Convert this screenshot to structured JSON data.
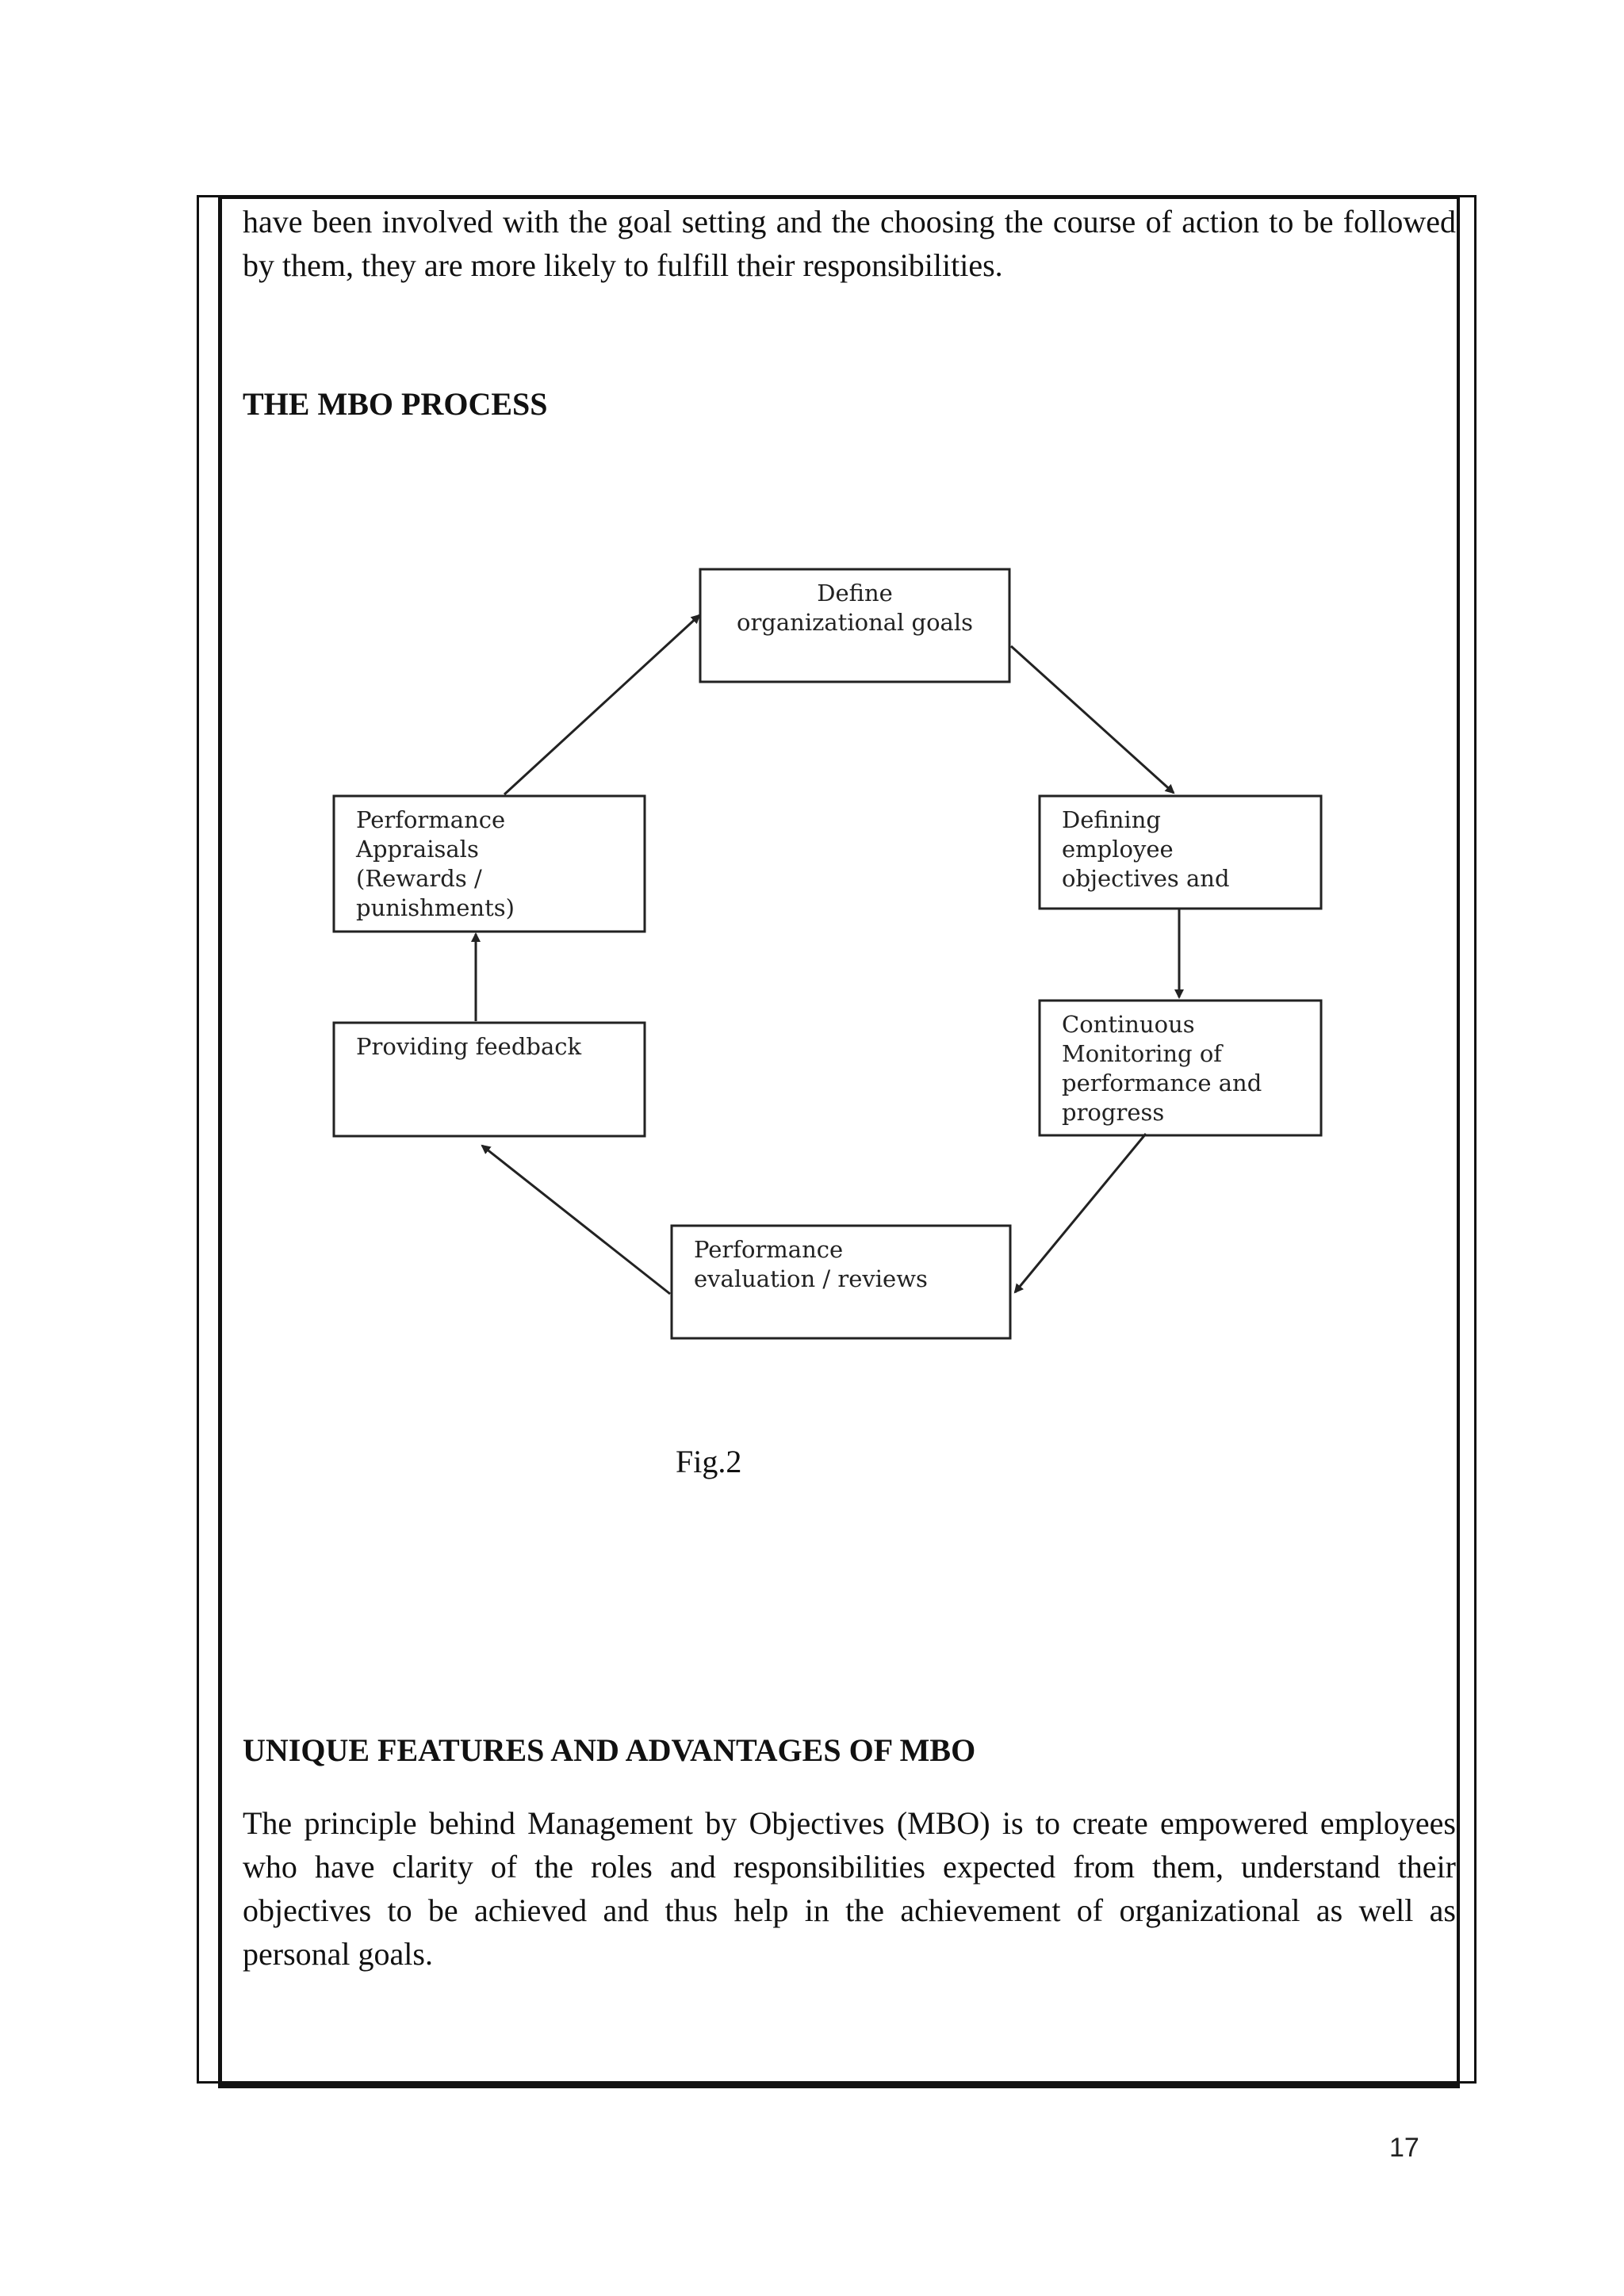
{
  "top_paragraph": "have been involved with the goal setting and the choosing the course of action to be followed by them, they are more likely to fulfill their responsibilities.",
  "section1_heading": "THE MBO PROCESS",
  "diagram": {
    "boxes": [
      {
        "id": "define-goals",
        "lines": [
          "Define",
          "organizational goals"
        ]
      },
      {
        "id": "defining-objectives",
        "lines": [
          "Defining",
          "employee",
          "objectives and"
        ]
      },
      {
        "id": "continuous-monitoring",
        "lines": [
          "Continuous",
          "Monitoring of",
          "performance and",
          "progress"
        ]
      },
      {
        "id": "performance-evaluation",
        "lines": [
          "Performance",
          "evaluation / reviews"
        ]
      },
      {
        "id": "providing-feedback",
        "lines": [
          "Providing feedback"
        ]
      },
      {
        "id": "performance-appraisals",
        "lines": [
          "Performance",
          "Appraisals",
          "(Rewards /",
          "punishments)"
        ]
      }
    ]
  },
  "fig_caption": "Fig.2",
  "section2_heading": "UNIQUE FEATURES AND ADVANTAGES OF MBO",
  "section2_paragraph": "The principle behind Management by Objectives (MBO) is to create empowered employees who have clarity of the roles and responsibilities expected from them, understand their objectives to be achieved and thus help in the achievement of organizational as well as personal goals.",
  "page_number": "17"
}
